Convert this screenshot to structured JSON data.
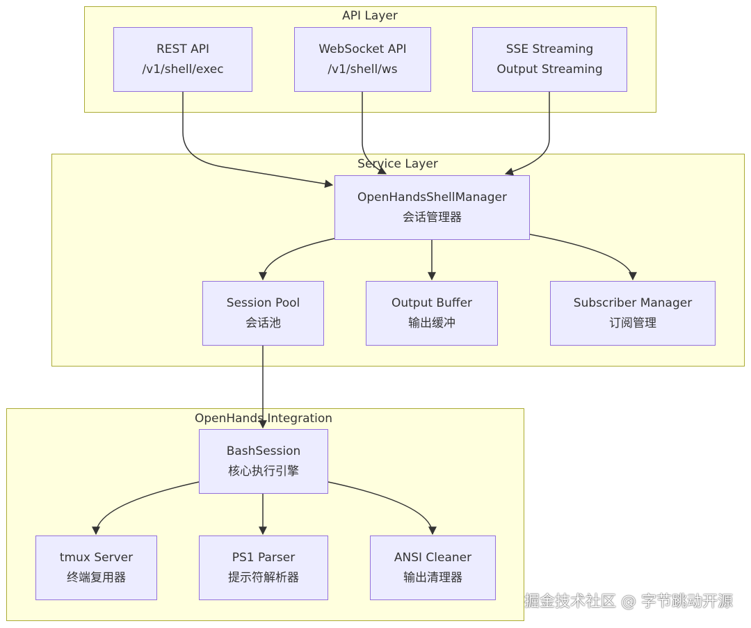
{
  "clusters": {
    "api": {
      "title": "API Layer"
    },
    "service": {
      "title": "Service Layer"
    },
    "integration": {
      "title": "OpenHands Integration"
    }
  },
  "nodes": {
    "rest_api": {
      "line1": "REST API",
      "line2": "/v1/shell/exec"
    },
    "websocket_api": {
      "line1": "WebSocket API",
      "line2": "/v1/shell/ws"
    },
    "sse_streaming": {
      "line1": "SSE Streaming",
      "line2": "Output Streaming"
    },
    "shell_manager": {
      "line1": "OpenHandsShellManager",
      "line2": "会话管理器"
    },
    "session_pool": {
      "line1": "Session Pool",
      "line2": "会话池"
    },
    "output_buffer": {
      "line1": "Output Buffer",
      "line2": "输出缓冲"
    },
    "subscriber_manager": {
      "line1": "Subscriber Manager",
      "line2": "订阅管理"
    },
    "bash_session": {
      "line1": "BashSession",
      "line2": "核心执行引擎"
    },
    "tmux_server": {
      "line1": "tmux Server",
      "line2": "终端复用器"
    },
    "ps1_parser": {
      "line1": "PS1 Parser",
      "line2": "提示符解析器"
    },
    "ansi_cleaner": {
      "line1": "ANSI Cleaner",
      "line2": "输出清理器"
    }
  },
  "edges": [
    {
      "from": "rest_api",
      "to": "shell_manager"
    },
    {
      "from": "websocket_api",
      "to": "shell_manager"
    },
    {
      "from": "sse_streaming",
      "to": "shell_manager"
    },
    {
      "from": "shell_manager",
      "to": "session_pool"
    },
    {
      "from": "shell_manager",
      "to": "output_buffer"
    },
    {
      "from": "shell_manager",
      "to": "subscriber_manager"
    },
    {
      "from": "session_pool",
      "to": "bash_session"
    },
    {
      "from": "bash_session",
      "to": "tmux_server"
    },
    {
      "from": "bash_session",
      "to": "ps1_parser"
    },
    {
      "from": "bash_session",
      "to": "ansi_cleaner"
    }
  ],
  "colors": {
    "cluster_fill": "#ffffde",
    "cluster_border": "#aaaa33",
    "node_fill": "#ececff",
    "node_border": "#9370db",
    "edge": "#333333"
  },
  "watermark": "掘金技术社区 @ 字节跳动开源"
}
